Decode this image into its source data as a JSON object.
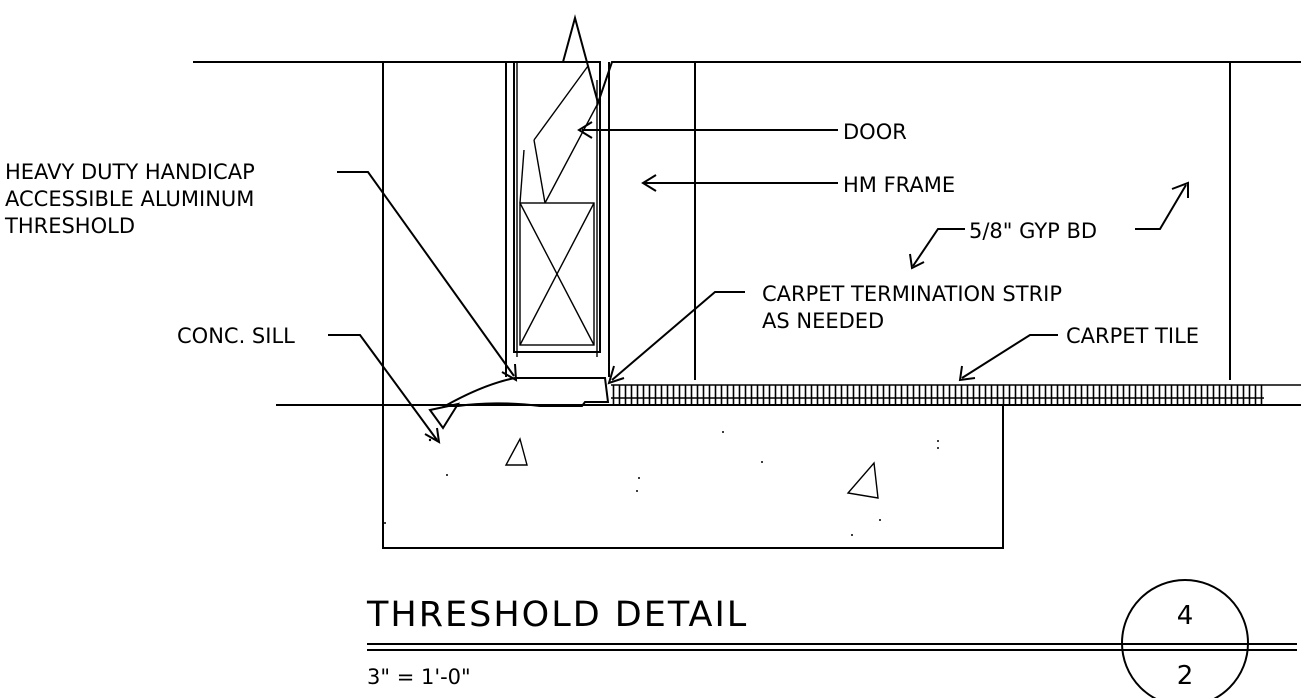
{
  "labels": {
    "door": "DOOR",
    "hm_frame": "HM FRAME",
    "gyp_bd": "5/8\" GYP BD",
    "threshold_line1": "HEAVY DUTY HANDICAP",
    "threshold_line2": "ACCESSIBLE ALUMINUM",
    "threshold_line3": "THRESHOLD",
    "termination_line1": "CARPET TERMINATION STRIP",
    "termination_line2": "AS NEEDED",
    "carpet_tile": "CARPET TILE",
    "conc_sill": "CONC. SILL"
  },
  "title_block": {
    "title": "THRESHOLD DETAIL",
    "scale": "3\" = 1'-0\"",
    "detail_number": "4",
    "sheet_number": "2"
  }
}
